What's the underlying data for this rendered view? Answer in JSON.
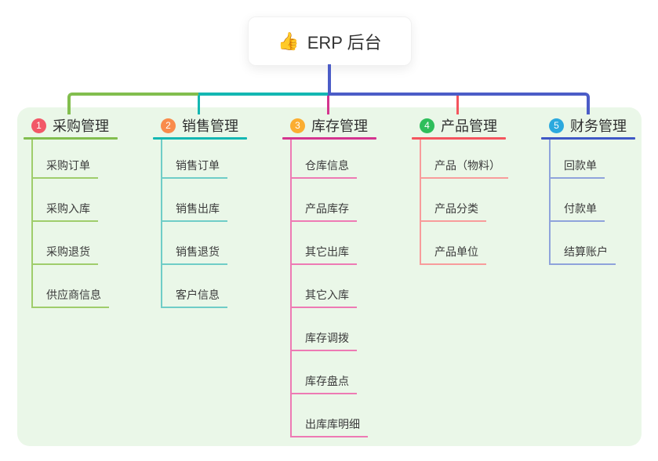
{
  "root": {
    "emoji": "👍",
    "icon": "thumbs-up-icon",
    "label": "ERP 后台"
  },
  "branches": [
    {
      "num": "1",
      "label": "采购管理",
      "badge_color": "#F25868",
      "line_color": "#82BE4E",
      "light_color": "#9FCD6B",
      "items": [
        "采购订单",
        "采购入库",
        "采购退货",
        "供应商信息"
      ]
    },
    {
      "num": "2",
      "label": "销售管理",
      "badge_color": "#F98B4B",
      "line_color": "#14B7B2",
      "light_color": "#6FCDC7",
      "items": [
        "销售订单",
        "销售出库",
        "销售退货",
        "客户信息"
      ]
    },
    {
      "num": "3",
      "label": "库存管理",
      "badge_color": "#FBAD31",
      "line_color": "#D4358F",
      "light_color": "#EE7AB4",
      "items": [
        "仓库信息",
        "产品库存",
        "其它出库",
        "其它入库",
        "库存调拨",
        "库存盘点",
        "出库库明细"
      ]
    },
    {
      "num": "4",
      "label": "产品管理",
      "badge_color": "#2EBE5B",
      "line_color": "#F4555E",
      "light_color": "#F89C9B",
      "items": [
        "产品（物料）",
        "产品分类",
        "产品单位"
      ]
    },
    {
      "num": "5",
      "label": "财务管理",
      "badge_color": "#2CA9DE",
      "line_color": "#3F58C6",
      "light_color": "#8FA3DB",
      "items": [
        "回款单",
        "付款单",
        "结算账户"
      ]
    }
  ],
  "palette": {
    "trunk_blue": "#4B5CC7",
    "panel_bg": "#EAF7E8",
    "title_text": "#2f2f2f",
    "item_text": "#3b3b3b"
  }
}
